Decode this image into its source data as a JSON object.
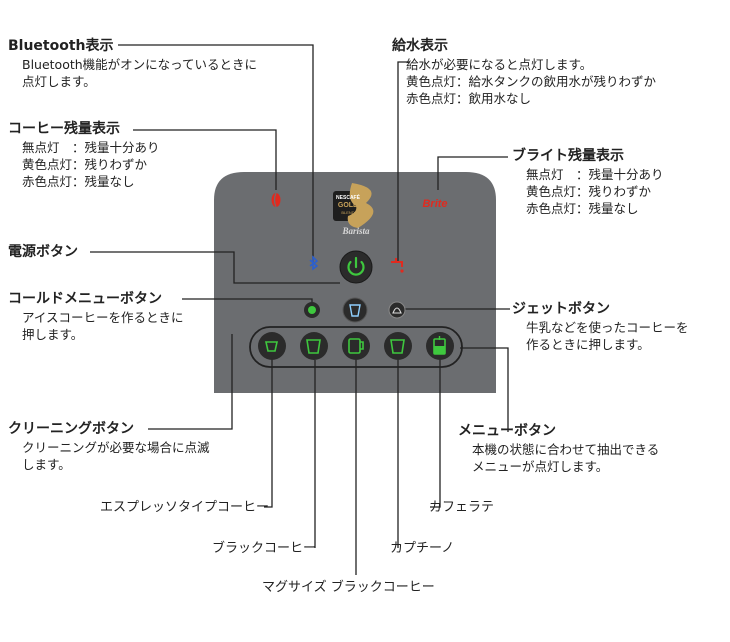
{
  "labels": {
    "bluetooth": {
      "title": "Bluetooth表示",
      "lines": [
        "Bluetooth機能がオンになっているときに",
        "点灯します。"
      ]
    },
    "water": {
      "title": "給水表示",
      "lines": [
        "給水が必要になると点灯します。",
        "黄色点灯：給水タンクの飲用水が残りわずか",
        "赤色点灯：飲用水なし"
      ]
    },
    "coffee": {
      "title": "コーヒー残量表示",
      "lines": [
        "無点灯　：残量十分あり",
        "黄色点灯：残りわずか",
        "赤色点灯：残量なし"
      ]
    },
    "brite": {
      "title": "ブライト残量表示",
      "lines": [
        "無点灯　：残量十分あり",
        "黄色点灯：残りわずか",
        "赤色点灯：残量なし"
      ]
    },
    "power": {
      "title": "電源ボタン"
    },
    "cold": {
      "title": "コールドメニューボタン",
      "lines": [
        "アイスコーヒーを作るときに",
        "押します。"
      ]
    },
    "jet": {
      "title": "ジェットボタン",
      "lines": [
        "牛乳などを使ったコーヒーを",
        "作るときに押します。"
      ]
    },
    "cleaning": {
      "title": "クリーニングボタン",
      "lines": [
        "クリーニングが必要な場合に点滅",
        "します。"
      ]
    },
    "menu": {
      "title": "メニューボタン",
      "lines": [
        "本機の状態に合わせて抽出できる",
        "メニューが点灯します。"
      ]
    }
  },
  "menu_items": {
    "espresso": "エスプレッソタイプコーヒー",
    "black": "ブラックコーヒー",
    "mug": "マグサイズ ブラックコーヒー",
    "cappuccino": "カプチーノ",
    "latte": "カフェラテ"
  },
  "panel": {
    "logo_top": "NESCAFÉ",
    "logo_gold": "GOLD",
    "logo_blend": "BLEND",
    "logo_name": "Barista",
    "brite_text": "Brite"
  },
  "colors": {
    "panel": "#6b6d70",
    "led_green": "#3ec83e",
    "led_red": "#e02a1f",
    "bluetooth": "#2a5fd0",
    "logo_gold": "#c7a25a"
  },
  "icons": [
    "coffee-bean-icon",
    "bluetooth-icon",
    "water-tap-icon",
    "power-icon",
    "cold-cup-icon",
    "mug-icon",
    "jet-icon",
    "cup-icon",
    "latte-glass-icon"
  ]
}
